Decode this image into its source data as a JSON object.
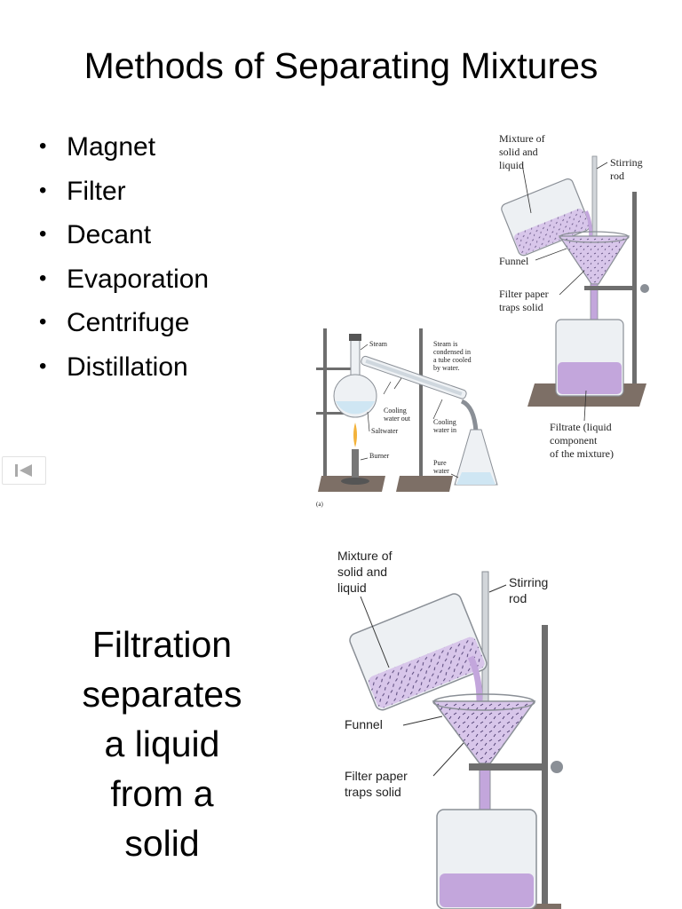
{
  "slide1": {
    "title": "Methods of Separating Mixtures",
    "bullets": [
      "Magnet",
      "Filter",
      "Decant",
      "Evaporation",
      "Centrifuge",
      "Distillation"
    ]
  },
  "filtration_figure_small": {
    "mixture_label_lines": [
      "Mixture of",
      "solid and",
      "liquid"
    ],
    "stirring_rod_lines": [
      "Stirring",
      "rod"
    ],
    "funnel_label": "Funnel",
    "filter_paper_lines": [
      "Filter paper",
      "traps solid"
    ],
    "filtrate_lines": [
      "Filtrate (liquid",
      "component",
      "of the mixture)"
    ]
  },
  "distillation_figure": {
    "steam_label": "Steam",
    "steam_condensed_lines": [
      "Steam is",
      "condensed in",
      "a tube cooled",
      "by water."
    ],
    "cooling_out_lines": [
      "Cooling",
      "water out"
    ],
    "saltwater_label": "Saltwater",
    "cooling_in_lines": [
      "Cooling",
      "water in"
    ],
    "burner_label": "Burner",
    "pure_water_lines": [
      "Pure",
      "water"
    ],
    "panel_label": "(a)"
  },
  "nav": {
    "icon": "skip-back-icon",
    "color": "#aaaaaa"
  },
  "slide2": {
    "statement_lines": [
      "Filtration",
      "separates",
      "a liquid",
      "from a",
      "solid"
    ]
  },
  "filtration_figure_large": {
    "mixture_label_lines": [
      "Mixture of",
      "solid and",
      "liquid"
    ],
    "stirring_rod_lines": [
      "Stirring",
      "rod"
    ],
    "funnel_label": "Funnel",
    "filter_paper_lines": [
      "Filter paper",
      "traps solid"
    ]
  },
  "colors": {
    "liquid": "#c3a6dc",
    "liquid_dark": "#a484c6",
    "glass": "#e9ecf0",
    "glass_edge": "#8a8f96",
    "stand": "#6e6e6e",
    "base": "#7d6f66"
  }
}
